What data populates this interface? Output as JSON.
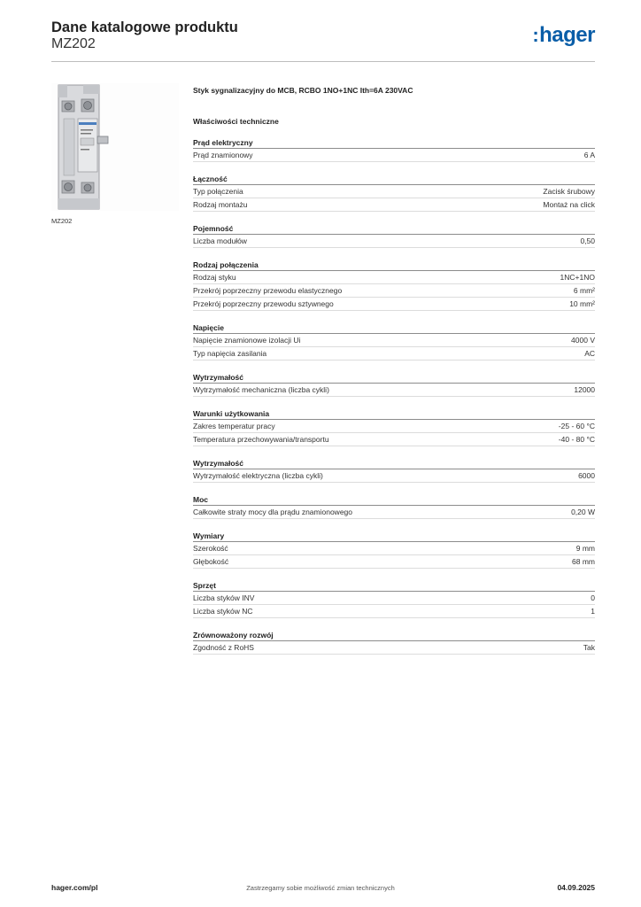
{
  "header": {
    "title": "Dane katalogowe produktu",
    "subtitle": "MZ202",
    "logo_text": "hager",
    "brand_color": "#0a5ea8"
  },
  "image": {
    "caption": "MZ202"
  },
  "product": {
    "description": "Styk sygnalizacyjny do MCB, RCBO 1NO+1NC Ith=6A 230VAC",
    "tech_heading": "Właściwości techniczne"
  },
  "sections": [
    {
      "title": "Prąd elektryczny",
      "rows": [
        {
          "label": "Prąd znamionowy",
          "value": "6 A"
        }
      ]
    },
    {
      "title": "Łączność",
      "rows": [
        {
          "label": "Typ połączenia",
          "value": "Zacisk śrubowy"
        },
        {
          "label": "Rodzaj montażu",
          "value": "Montaż na click"
        }
      ]
    },
    {
      "title": "Pojemność",
      "rows": [
        {
          "label": "Liczba modułów",
          "value": "0,50"
        }
      ]
    },
    {
      "title": "Rodzaj połączenia",
      "rows": [
        {
          "label": "Rodzaj styku",
          "value": "1NC+1NO"
        },
        {
          "label": "Przekrój poprzeczny przewodu elastycznego",
          "value": "6 mm²"
        },
        {
          "label": "Przekrój poprzeczny przewodu sztywnego",
          "value": "10 mm²"
        }
      ]
    },
    {
      "title": "Napięcie",
      "rows": [
        {
          "label": "Napięcie znamionowe izolacji Ui",
          "value": "4000 V"
        },
        {
          "label": "Typ napięcia zasilania",
          "value": "AC"
        }
      ]
    },
    {
      "title": "Wytrzymałość",
      "rows": [
        {
          "label": "Wytrzymałość mechaniczna (liczba cykli)",
          "value": "12000"
        }
      ]
    },
    {
      "title": "Warunki użytkowania",
      "rows": [
        {
          "label": "Zakres temperatur pracy",
          "value": "-25 - 60 °C"
        },
        {
          "label": "Temperatura przechowywania/transportu",
          "value": "-40 - 80 °C"
        }
      ]
    },
    {
      "title": "Wytrzymałość",
      "rows": [
        {
          "label": "Wytrzymałość elektryczna (liczba cykli)",
          "value": "6000"
        }
      ]
    },
    {
      "title": "Moc",
      "rows": [
        {
          "label": "Całkowite straty mocy dla prądu znamionowego",
          "value": "0,20 W"
        }
      ]
    },
    {
      "title": "Wymiary",
      "rows": [
        {
          "label": "Szerokość",
          "value": "9 mm"
        },
        {
          "label": "Głębokość",
          "value": "68 mm"
        }
      ]
    },
    {
      "title": "Sprzęt",
      "rows": [
        {
          "label": "Liczba styków INV",
          "value": "0"
        },
        {
          "label": "Liczba styków NC",
          "value": "1"
        }
      ]
    },
    {
      "title": "Zrównoważony rozwój",
      "rows": [
        {
          "label": "Zgodność z RoHS",
          "value": "Tak"
        }
      ]
    }
  ],
  "footer": {
    "website": "hager.com/pl",
    "notice": "Zastrzegamy sobie możliwość zmian technicznych",
    "date": "04.09.2025"
  }
}
